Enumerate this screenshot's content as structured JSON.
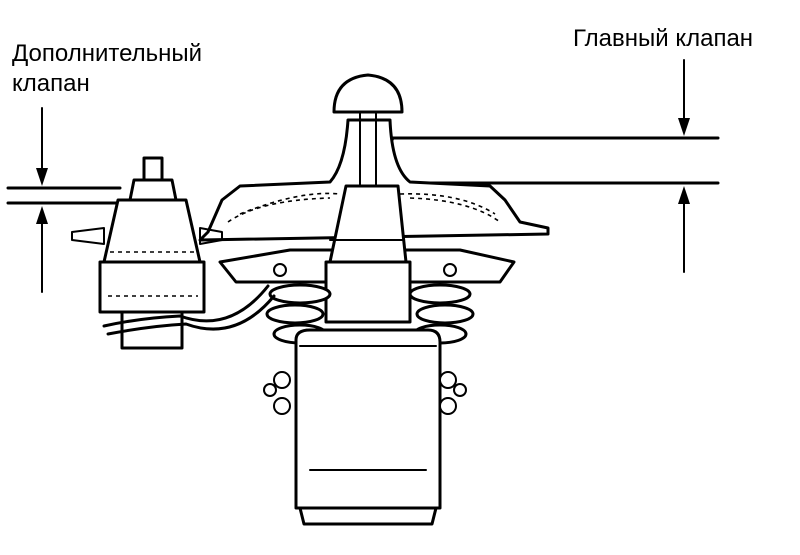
{
  "labels": {
    "auxiliary_valve_line1": "Дополнительный",
    "auxiliary_valve_line2": "клапан",
    "main_valve": "Главный клапан"
  }
}
